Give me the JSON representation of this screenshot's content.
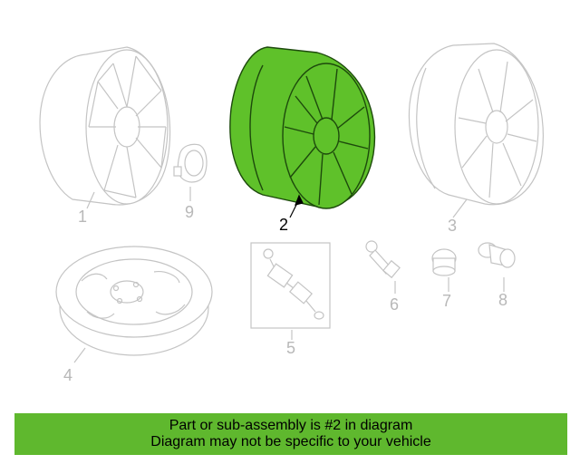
{
  "callouts": {
    "c1": "1",
    "c2": "2",
    "c3": "3",
    "c4": "4",
    "c5": "5",
    "c6": "6",
    "c7": "7",
    "c8": "8",
    "c9": "9"
  },
  "highlighted_part": "2",
  "colors": {
    "highlight": "#5fc12a",
    "banner": "#5fb82e",
    "ghost": "#c4c4c4"
  },
  "banner": {
    "line1": "Part or sub-assembly is #2 in diagram",
    "line2": "Diagram may not be specific to your vehicle"
  }
}
